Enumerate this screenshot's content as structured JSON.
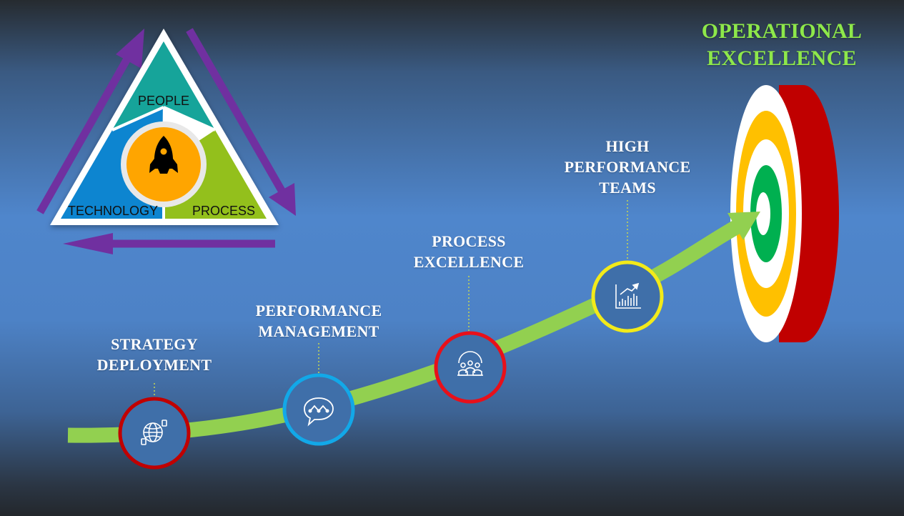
{
  "title": {
    "line1": "OPERATIONAL",
    "line2": "EXCELLENCE"
  },
  "triangle": {
    "top_label": "PEOPLE",
    "left_label": "TECHNOLOGY",
    "right_label": "PROCESS",
    "center_icon": "rocket-icon"
  },
  "milestones": [
    {
      "line1": "STRATEGY",
      "line2": "DEPLOYMENT",
      "icon": "globe-icon",
      "ring_color": "#c00000"
    },
    {
      "line1": "PERFORMANCE",
      "line2": "MANAGEMENT",
      "icon": "chat-bubble-icon",
      "ring_color": "#12a8e8"
    },
    {
      "line1": "PROCESS",
      "line2": "EXCELLENCE",
      "icon": "team-icon",
      "ring_color": "#e8101a"
    },
    {
      "line1": "HIGH",
      "line2": "PERFORMANCE",
      "line3": "TEAMS",
      "icon": "growth-chart-icon",
      "ring_color": "#f2ea1a"
    }
  ],
  "colors": {
    "path": "#92d050",
    "arrows": "#7030a0",
    "title": "#8ee84a",
    "people": "#14a49a",
    "technology": "#1185d0",
    "process": "#93c01f",
    "hub": "#ffa500",
    "target_rings": [
      "#ffffff",
      "#ffc000",
      "#ffffff",
      "#00b050",
      "#ffffff"
    ],
    "target_side": "#c00000"
  }
}
